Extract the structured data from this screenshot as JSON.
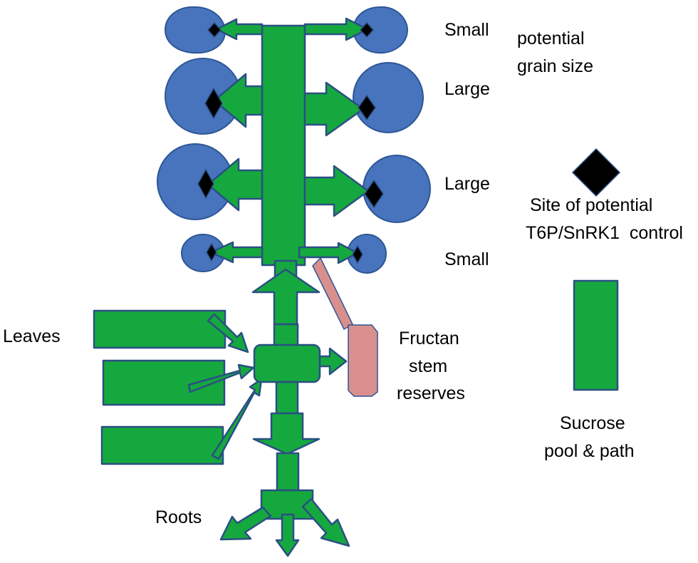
{
  "labels": {
    "small_top": "Small",
    "large_1": "Large",
    "large_2": "Large",
    "small_bottom": "Small",
    "grain_size": [
      "potential",
      "grain size"
    ],
    "leaves": "Leaves",
    "fructan": [
      "Fructan",
      "stem",
      "reserves"
    ],
    "roots": "Roots"
  },
  "legend": {
    "control_site": [
      "Site of potential",
      "T6P/SnRK1  control"
    ],
    "sucrose": [
      "Sucrose",
      "pool & path"
    ]
  },
  "colors": {
    "sucrose_fill": "#15a83f",
    "sucrose_stroke": "#2a4f83",
    "grain_fill": "#4774bc",
    "grain_stroke": "#2d5696",
    "fructan_fill": "#d9908c",
    "fructan_stroke": "#2d5696",
    "control_site": "#000000"
  }
}
